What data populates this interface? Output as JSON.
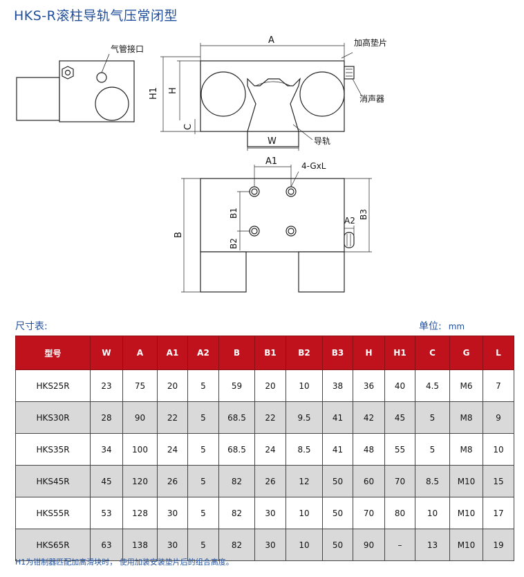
{
  "title": "HKS-R滚柱导轨气压常闭型",
  "drawing": {
    "labels": {
      "air_port": "气管接口",
      "A": "A",
      "pad": "加高垫片",
      "H1": "H1",
      "H": "H",
      "C": "C",
      "silencer": "消声器",
      "W": "W",
      "rail": "导轨",
      "A1": "A1",
      "holes": "4-GxL",
      "B": "B",
      "B1": "B1",
      "B2": "B2",
      "B3": "B3",
      "A2": "A2"
    }
  },
  "size_label": "尺寸表:",
  "unit": {
    "label": "单位:",
    "value": "mm"
  },
  "table": {
    "headers": [
      "型号",
      "W",
      "A",
      "A1",
      "A2",
      "B",
      "B1",
      "B2",
      "B3",
      "H",
      "H1",
      "C",
      "G",
      "L"
    ],
    "rows": [
      [
        "HKS25R",
        "23",
        "75",
        "20",
        "5",
        "59",
        "20",
        "10",
        "38",
        "36",
        "40",
        "4.5",
        "M6",
        "7"
      ],
      [
        "HKS30R",
        "28",
        "90",
        "22",
        "5",
        "68.5",
        "22",
        "9.5",
        "41",
        "42",
        "45",
        "5",
        "M8",
        "9"
      ],
      [
        "HKS35R",
        "34",
        "100",
        "24",
        "5",
        "68.5",
        "24",
        "8.5",
        "41",
        "48",
        "55",
        "5",
        "M8",
        "10"
      ],
      [
        "HKS45R",
        "45",
        "120",
        "26",
        "5",
        "82",
        "26",
        "12",
        "50",
        "60",
        "70",
        "8.5",
        "M10",
        "15"
      ],
      [
        "HKS55R",
        "53",
        "128",
        "30",
        "5",
        "82",
        "30",
        "10",
        "50",
        "70",
        "80",
        "10",
        "M10",
        "17"
      ],
      [
        "HKS65R",
        "63",
        "138",
        "30",
        "5",
        "82",
        "30",
        "10",
        "50",
        "90",
        "–",
        "13",
        "M10",
        "19"
      ]
    ]
  },
  "note": "H1为钳制器匹配加高滑块时， 使用加装安装垫片后的组合高度。"
}
